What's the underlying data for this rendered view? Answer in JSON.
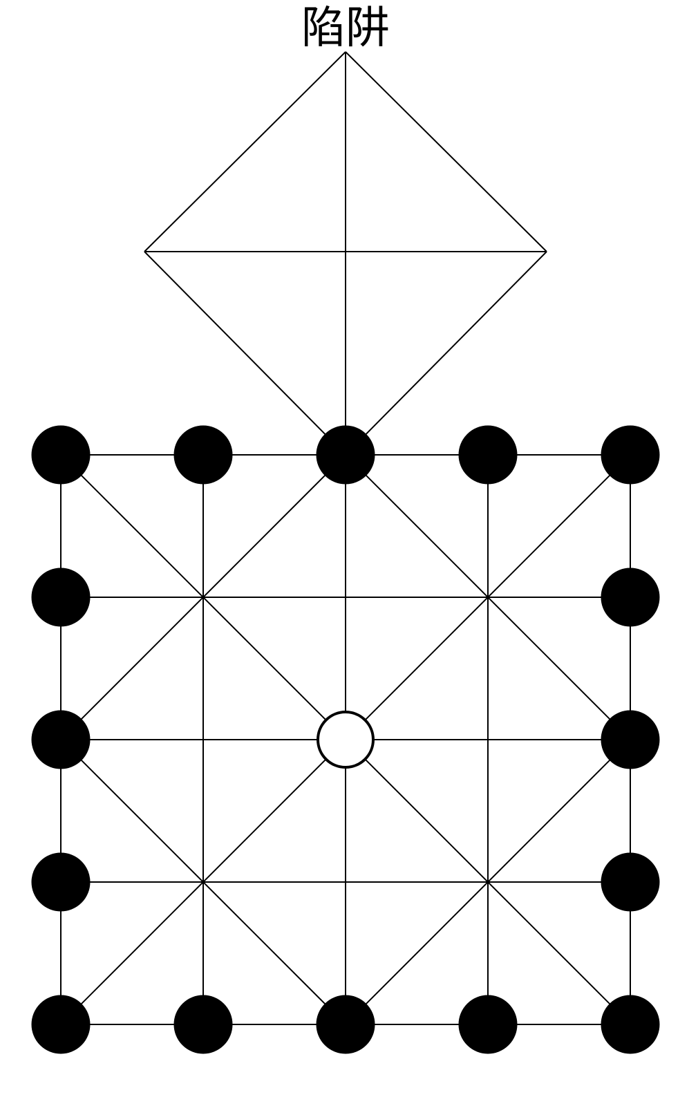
{
  "trap_label": "陷阱",
  "colors": {
    "line": "#000000",
    "black_piece": "#000000",
    "white_piece": "#ffffff",
    "background": "#ffffff"
  },
  "board": {
    "rows": 5,
    "cols": 5,
    "black_pieces": [
      [
        0,
        0
      ],
      [
        0,
        1
      ],
      [
        0,
        2
      ],
      [
        0,
        3
      ],
      [
        0,
        4
      ],
      [
        1,
        0
      ],
      [
        1,
        4
      ],
      [
        2,
        0
      ],
      [
        2,
        4
      ],
      [
        3,
        0
      ],
      [
        3,
        4
      ],
      [
        4,
        0
      ],
      [
        4,
        1
      ],
      [
        4,
        2
      ],
      [
        4,
        3
      ],
      [
        4,
        4
      ]
    ],
    "white_pieces": [
      [
        2,
        2
      ]
    ]
  }
}
